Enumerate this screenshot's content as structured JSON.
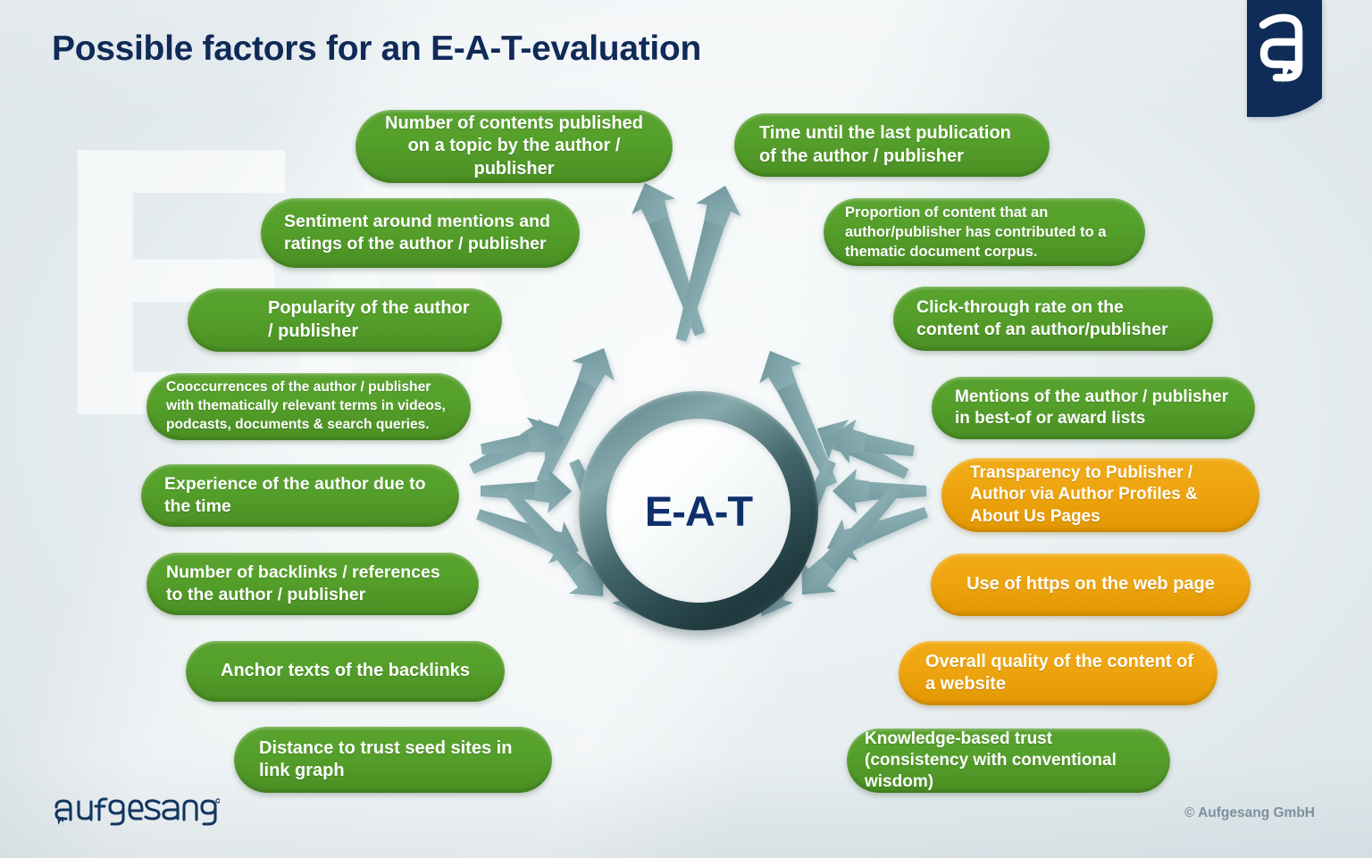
{
  "page": {
    "title": "Possible factors for an E-A-T-evaluation",
    "background_color": "#e3e9ec",
    "title_color": "#102a58"
  },
  "watermark": {
    "letters": [
      "E",
      "A",
      "T"
    ],
    "color": "#ffffff"
  },
  "hub": {
    "label": "E-A-T",
    "label_color": "#10306b",
    "ring_color": "#416a70"
  },
  "colors": {
    "green": "#55a02b",
    "orange": "#eea510",
    "arrow": "#7fa3a8",
    "navy": "#102a58"
  },
  "branding": {
    "corner_mark": "aufgesang-a-icon",
    "wordmark": "aufgesang",
    "wordmark_trademark": "®",
    "copyright": "© Aufgesang GmbH"
  },
  "factors": {
    "left": [
      {
        "id": "number-of-contents",
        "color": "green",
        "text": "Number of contents published on a topic by the author / publisher"
      },
      {
        "id": "sentiment-around-mentions",
        "color": "green",
        "text": "Sentiment around mentions and ratings of the author / publisher"
      },
      {
        "id": "popularity-of-author",
        "color": "green",
        "text": "Popularity of the author / publisher"
      },
      {
        "id": "cooccurrences-of-author",
        "color": "green",
        "text": "Cooccurrences of the author / publisher with thematically relevant terms in videos, podcasts, documents & search queries."
      },
      {
        "id": "experience-of-author",
        "color": "green",
        "text": "Experience of the author due to the time"
      },
      {
        "id": "number-of-backlinks",
        "color": "green",
        "text": "Number of backlinks / references to the author / publisher"
      },
      {
        "id": "anchor-texts-of-backlinks",
        "color": "green",
        "text": "Anchor texts of the backlinks"
      },
      {
        "id": "distance-to-trust-seed-sites",
        "color": "green",
        "text": "Distance to trust seed sites in link graph"
      }
    ],
    "right": [
      {
        "id": "time-until-last-publication",
        "color": "green",
        "text": "Time until the last publication of the author / publisher"
      },
      {
        "id": "proportion-of-content",
        "color": "green",
        "text": "Proportion of content that an author/publisher has contributed to a thematic document corpus."
      },
      {
        "id": "click-through-rate",
        "color": "green",
        "text": "Click-through rate on the content of an author/publisher"
      },
      {
        "id": "mentions-in-award-lists",
        "color": "green",
        "text": "Mentions of the author / publisher in best-of or award lists"
      },
      {
        "id": "transparency-to-publisher",
        "color": "orange",
        "text": "Transparency to Publisher / Author via Author Profiles & About Us Pages"
      },
      {
        "id": "use-of-https",
        "color": "orange",
        "text": "Use of https on the web page"
      },
      {
        "id": "overall-quality-of-content",
        "color": "orange",
        "text": "Overall quality of the content of a website"
      },
      {
        "id": "knowledge-based-trust",
        "color": "green",
        "text": "Knowledge-based trust (consistency with conventional wisdom)"
      }
    ]
  }
}
